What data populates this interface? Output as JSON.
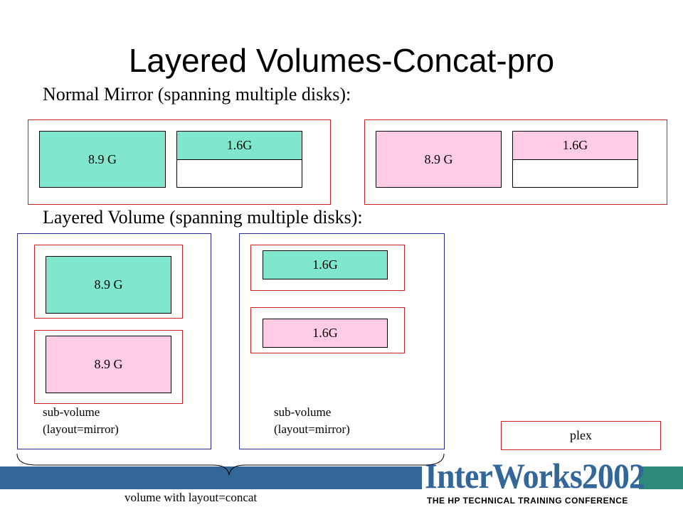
{
  "slide": {
    "title": "Layered Volumes-Concat-pro",
    "normal_heading": "Normal Mirror (spanning multiple disks):",
    "layered_heading": "Layered Volume (spanning multiple disks):"
  },
  "normal_mirror": {
    "plex_1": {
      "big_disk": "8.9 G",
      "small_disk": "1.6G"
    },
    "plex_2": {
      "big_disk": "8.9 G",
      "small_disk": "1.6G"
    }
  },
  "layered": {
    "subvolume_1": {
      "disk_a": "8.9 G",
      "disk_b": "8.9 G",
      "caption_line1": "sub-volume",
      "caption_line2": "(layout=mirror)"
    },
    "subvolume_2": {
      "disk_a": "1.6G",
      "disk_b": "1.6G",
      "caption_line1": "sub-volume",
      "caption_line2": "(layout=mirror)"
    },
    "concat_label": "volume with layout=concat"
  },
  "legend": {
    "plex_label": "plex"
  },
  "footer": {
    "logo_text": "InterWorks2002",
    "logo_subtitle": "THE HP TECHNICAL TRAINING CONFERENCE"
  },
  "colors": {
    "green": "#80e6cc",
    "pink": "#ffcce6",
    "plex_border": "#cc2222",
    "volume_border": "#2a2a9a",
    "footer_blue": "#336699"
  }
}
